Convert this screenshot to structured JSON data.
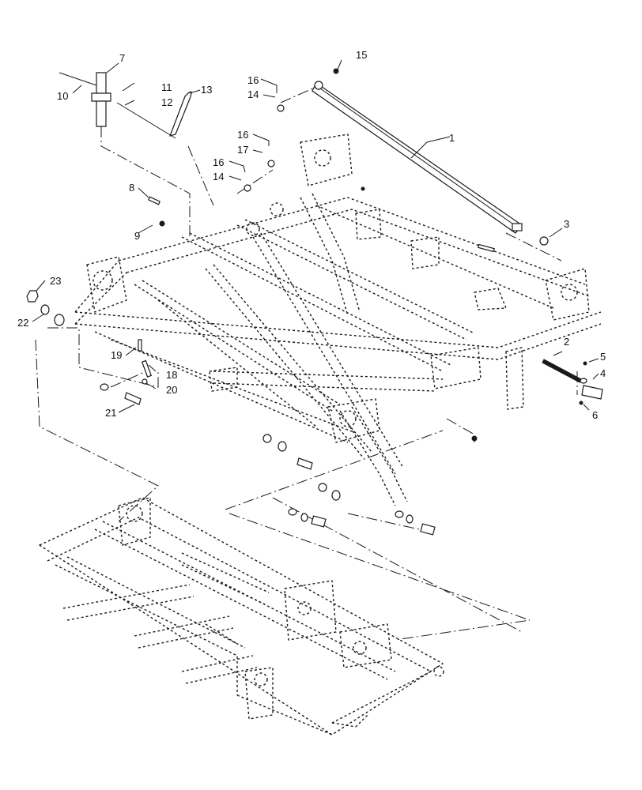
{
  "diagram": {
    "callouts": [
      "1",
      "2",
      "3",
      "4",
      "5",
      "6",
      "7",
      "8",
      "9",
      "10",
      "11",
      "12",
      "13",
      "14",
      "15",
      "16",
      "16",
      "16",
      "17",
      "14",
      "18",
      "19",
      "20",
      "21",
      "22",
      "23"
    ]
  }
}
